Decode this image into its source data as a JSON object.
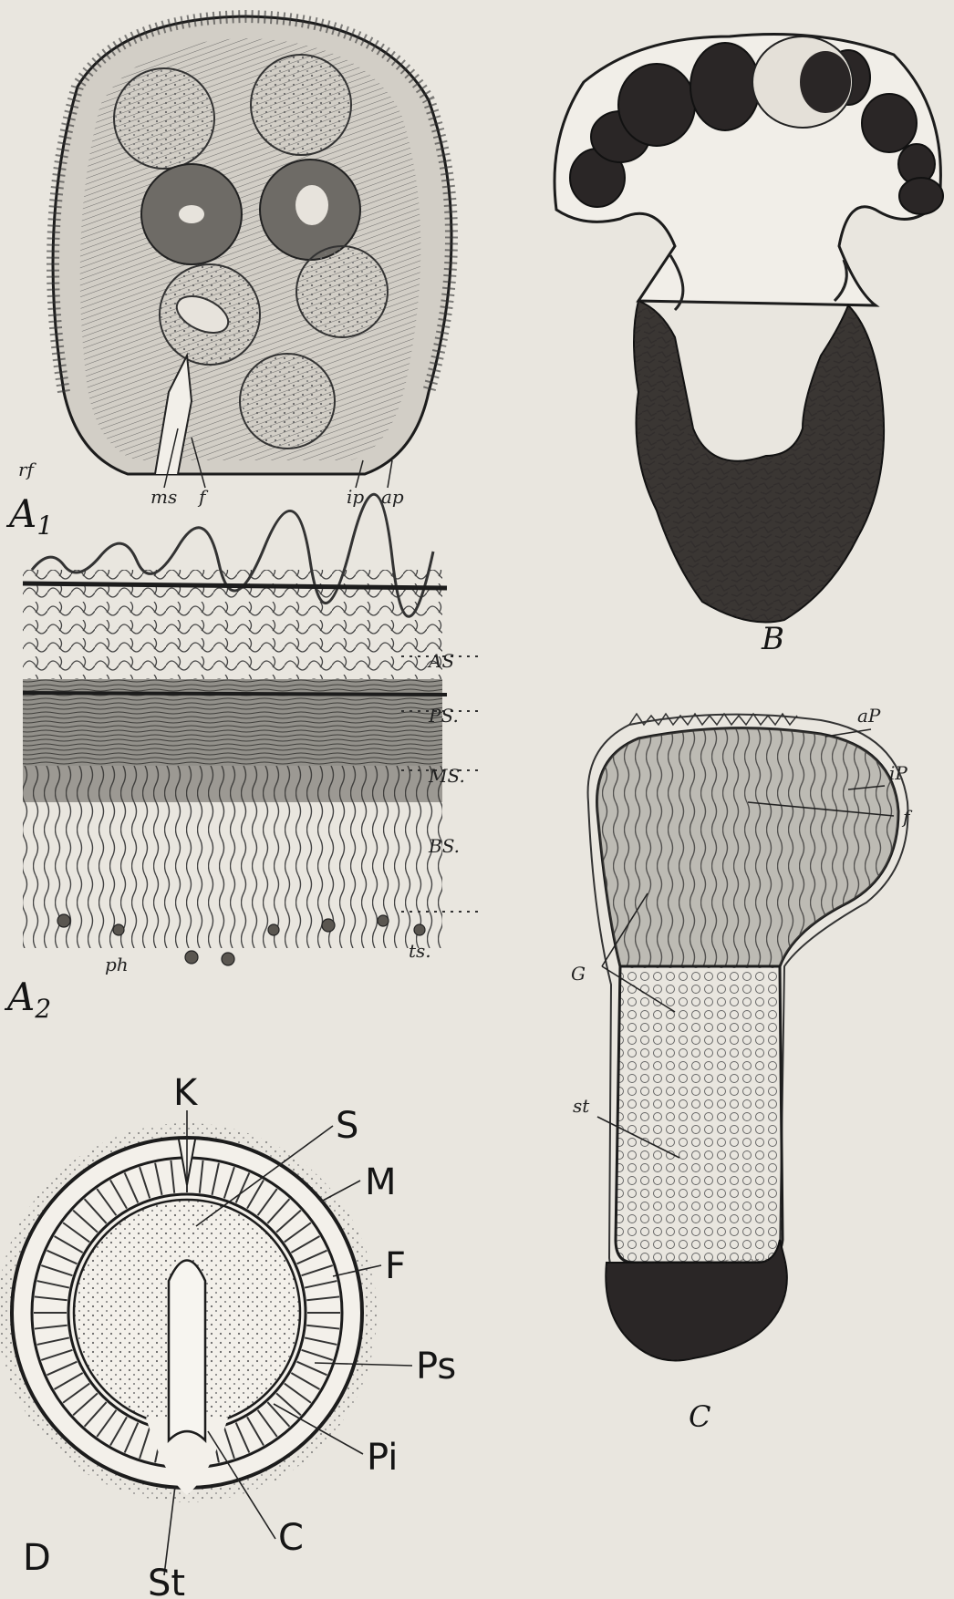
{
  "figures": {
    "a1": {
      "label": "A1",
      "labels": {
        "rf": "rf",
        "ms": "ms",
        "f": "f",
        "ip": "ip",
        "ap": "ap"
      }
    },
    "a2": {
      "label": "A2",
      "labels": {
        "as": "AS",
        "ps": "PS.",
        "ms": "MS.",
        "bs": "BS.",
        "ph": "ph",
        "ts": "ts."
      }
    },
    "b": {
      "label": "B"
    },
    "c": {
      "label": "C",
      "labels": {
        "ap": "aP",
        "ip": "iP",
        "f": "f",
        "g": "G",
        "st": "st"
      }
    },
    "d": {
      "label": "D",
      "labels": {
        "k": "K",
        "s": "S",
        "m": "M",
        "f": "F",
        "ps": "Ps",
        "pi": "Pi",
        "c": "C",
        "st": "St"
      }
    }
  },
  "colors": {
    "paper": "#e9e6df",
    "ink": "#151515",
    "dark_mass": "#2a2626"
  }
}
